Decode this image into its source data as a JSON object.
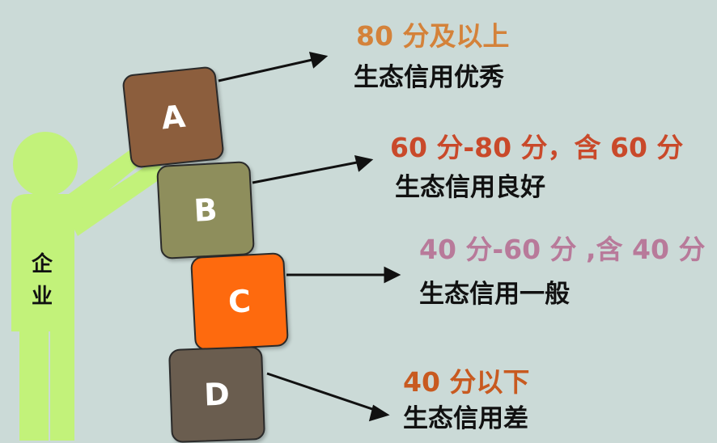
{
  "person": {
    "label_line1": "企",
    "label_line2": "业",
    "color": "#c2f27a"
  },
  "blocks": [
    {
      "letter": "A",
      "color": "#8c5e3d"
    },
    {
      "letter": "B",
      "color": "#8e8e5c"
    },
    {
      "letter": "C",
      "color": "#fe6a0e"
    },
    {
      "letter": "D",
      "color": "#6a5d4f"
    }
  ],
  "levels": [
    {
      "score": "80 分及以上",
      "text": "生态信用优秀",
      "score_color": "#d4823a"
    },
    {
      "score": "60 分-80 分，含 60 分",
      "text": "生态信用良好",
      "score_color": "#c9492a"
    },
    {
      "score": "40 分-60 分 ,含 40 分",
      "text": "生态信用一般",
      "score_color": "#b87a9a"
    },
    {
      "score": "40 分以下",
      "text": "生态信用差",
      "score_color": "#c85a20"
    }
  ]
}
